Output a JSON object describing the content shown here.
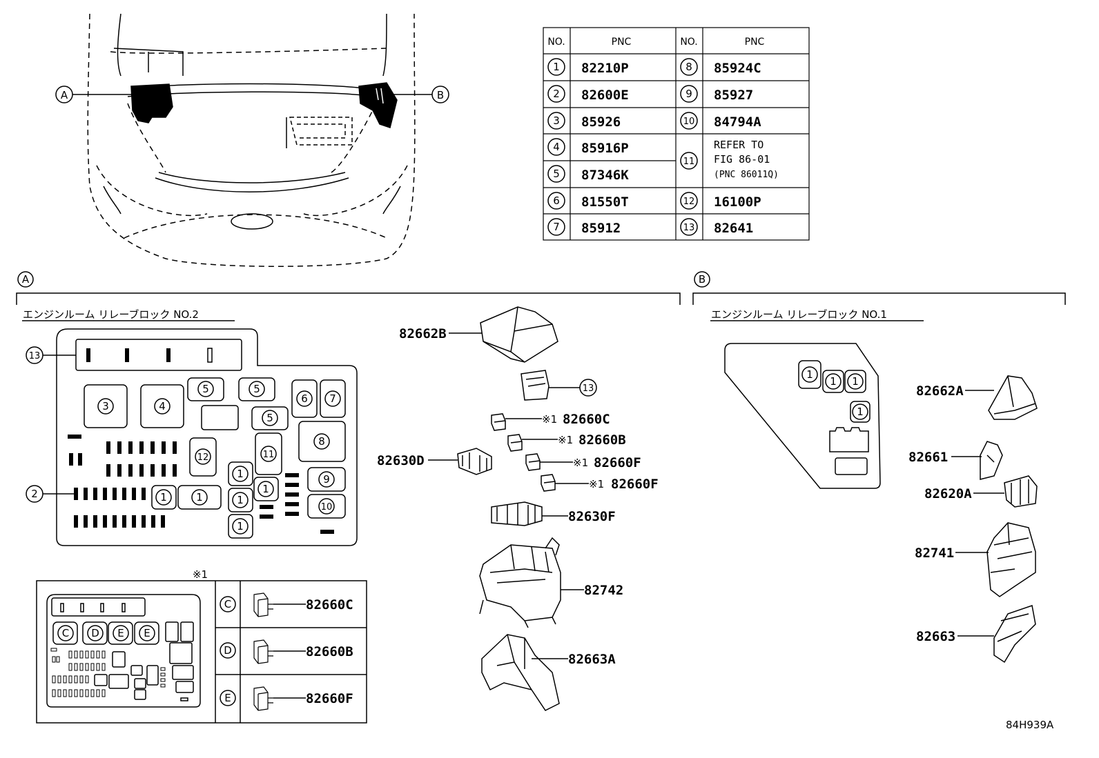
{
  "parts_table": {
    "header": {
      "no": "NO.",
      "pnc": "PNC"
    },
    "left": [
      {
        "no": "1",
        "pnc": "82210P"
      },
      {
        "no": "2",
        "pnc": "82600E"
      },
      {
        "no": "3",
        "pnc": "85926"
      },
      {
        "no": "4",
        "pnc": "85916P"
      },
      {
        "no": "5",
        "pnc": "87346K"
      },
      {
        "no": "6",
        "pnc": "81550T"
      },
      {
        "no": "7",
        "pnc": "85912"
      }
    ],
    "right": [
      {
        "no": "8",
        "pnc": "85924C"
      },
      {
        "no": "9",
        "pnc": "85927"
      },
      {
        "no": "10",
        "pnc": "84794A"
      },
      {
        "no": "11",
        "pnc": "REFER TO",
        "pnc2": "FIG 86-01",
        "pnc3": "(PNC 86011Q)"
      },
      {
        "no": "12",
        "pnc": "16100P"
      },
      {
        "no": "13",
        "pnc": "82641"
      }
    ]
  },
  "car_callouts": {
    "a": "A",
    "b": "B"
  },
  "section_a": {
    "marker": "A",
    "title": "エンジンルーム リレーブロック NO.2",
    "callout_13": "13",
    "callout_2": "2",
    "block_nums": [
      "3",
      "4",
      "5",
      "5",
      "5",
      "6",
      "7",
      "8",
      "9",
      "10",
      "11",
      "12",
      "1",
      "1",
      "1",
      "1",
      "1",
      "1"
    ],
    "note_mark": "※1",
    "inset_letters": [
      "C",
      "D",
      "E",
      "E"
    ],
    "inset_rows": [
      {
        "letter": "C",
        "pnc": "82660C"
      },
      {
        "letter": "D",
        "pnc": "82660B"
      },
      {
        "letter": "E",
        "pnc": "82660F"
      }
    ],
    "parts": {
      "p82662B": "82662B",
      "p13": "13",
      "p82660C": "82660C",
      "p82660B": "82660B",
      "p82660F_1": "82660F",
      "p82660F_2": "82660F",
      "p82630D": "82630D",
      "p82630F": "82630F",
      "p82742": "82742",
      "p82663A": "82663A"
    },
    "mark_small": "※1"
  },
  "section_b": {
    "marker": "B",
    "title": "エンジンルーム リレーブロック NO.1",
    "block_nums": [
      "1",
      "1",
      "1",
      "1"
    ],
    "parts": {
      "p82662A": "82662A",
      "p82661": "82661",
      "p82620A": "82620A",
      "p82741": "82741",
      "p82663": "82663"
    }
  },
  "figure_code": "84H939A"
}
